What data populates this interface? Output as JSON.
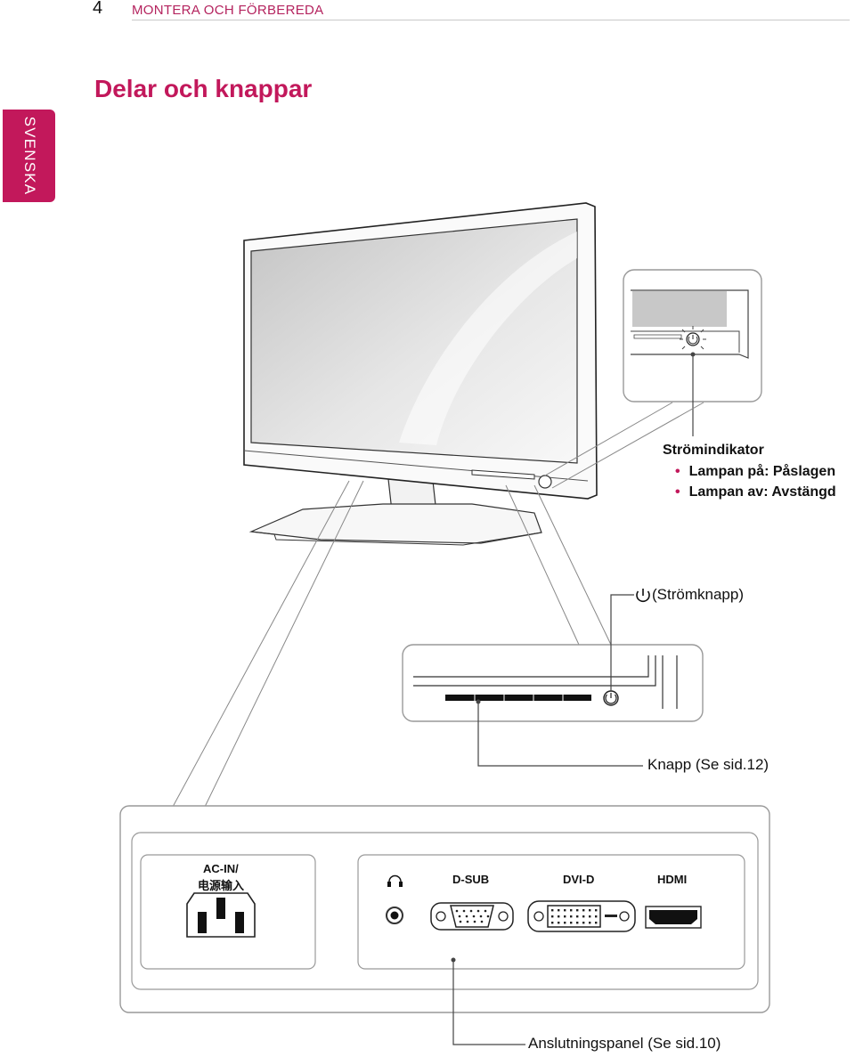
{
  "header": {
    "page_number": "4",
    "section": "MONTERA OCH FÖRBEREDA"
  },
  "title": "Delar och knappar",
  "language_tab": "SVENSKA",
  "power_indicator": {
    "title": "Strömindikator",
    "items": [
      "Lampan på: Påslagen",
      "Lampan av: Avstängd"
    ]
  },
  "power_button_label": "(Strömknapp)",
  "buttons_label": "Knapp (Se sid.12)",
  "connection_panel": {
    "label": "Anslutningspanel (Se sid.10)",
    "ac_in": [
      "AC-IN/",
      "电源输入"
    ],
    "ports": [
      "D-SUB",
      "DVI-D",
      "HDMI"
    ]
  },
  "colors": {
    "accent": "#c2185b"
  }
}
